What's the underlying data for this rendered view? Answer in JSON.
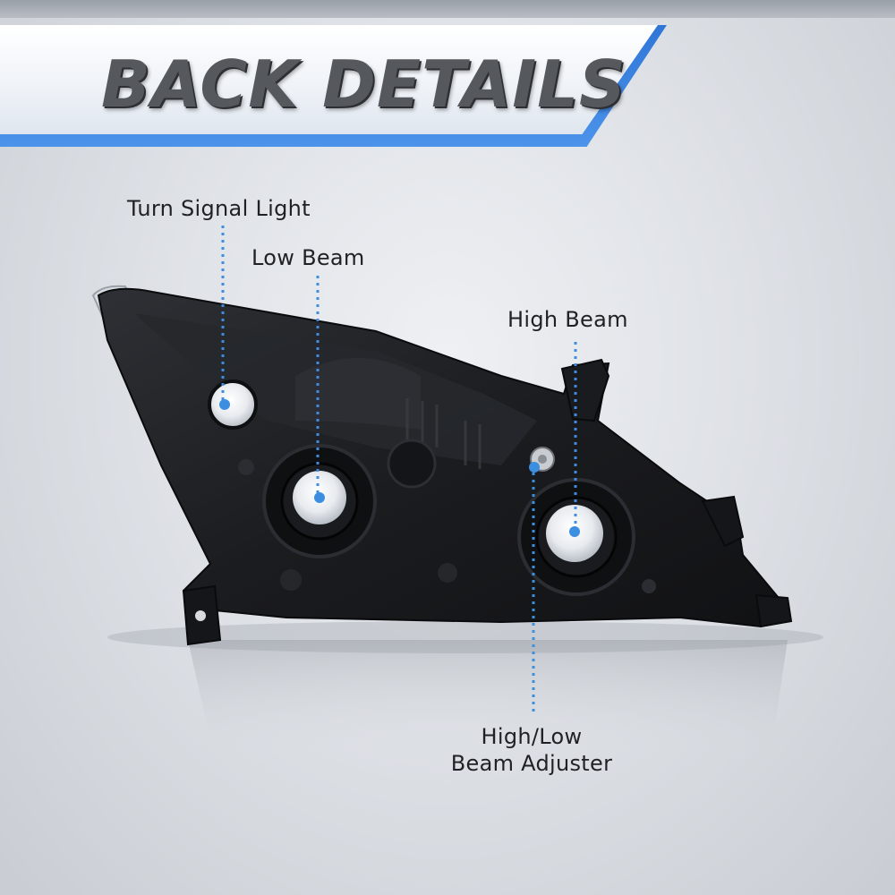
{
  "banner": {
    "title": "BACK DETAILS",
    "colors": {
      "stripe": "#3a83e0",
      "text": "#55585d"
    }
  },
  "callouts": [
    {
      "id": "turn-signal",
      "label": "Turn Signal Light"
    },
    {
      "id": "low-beam",
      "label": "Low Beam"
    },
    {
      "id": "high-beam",
      "label": "High Beam"
    },
    {
      "id": "adjuster",
      "label_line1": "High/Low",
      "label_line2": "Beam Adjuster"
    }
  ],
  "colors": {
    "accent": "#3c8fe0",
    "housing": "#1c1d20",
    "background": "#dfe2e7"
  },
  "image": {
    "subject": "headlight-assembly-back-view"
  }
}
